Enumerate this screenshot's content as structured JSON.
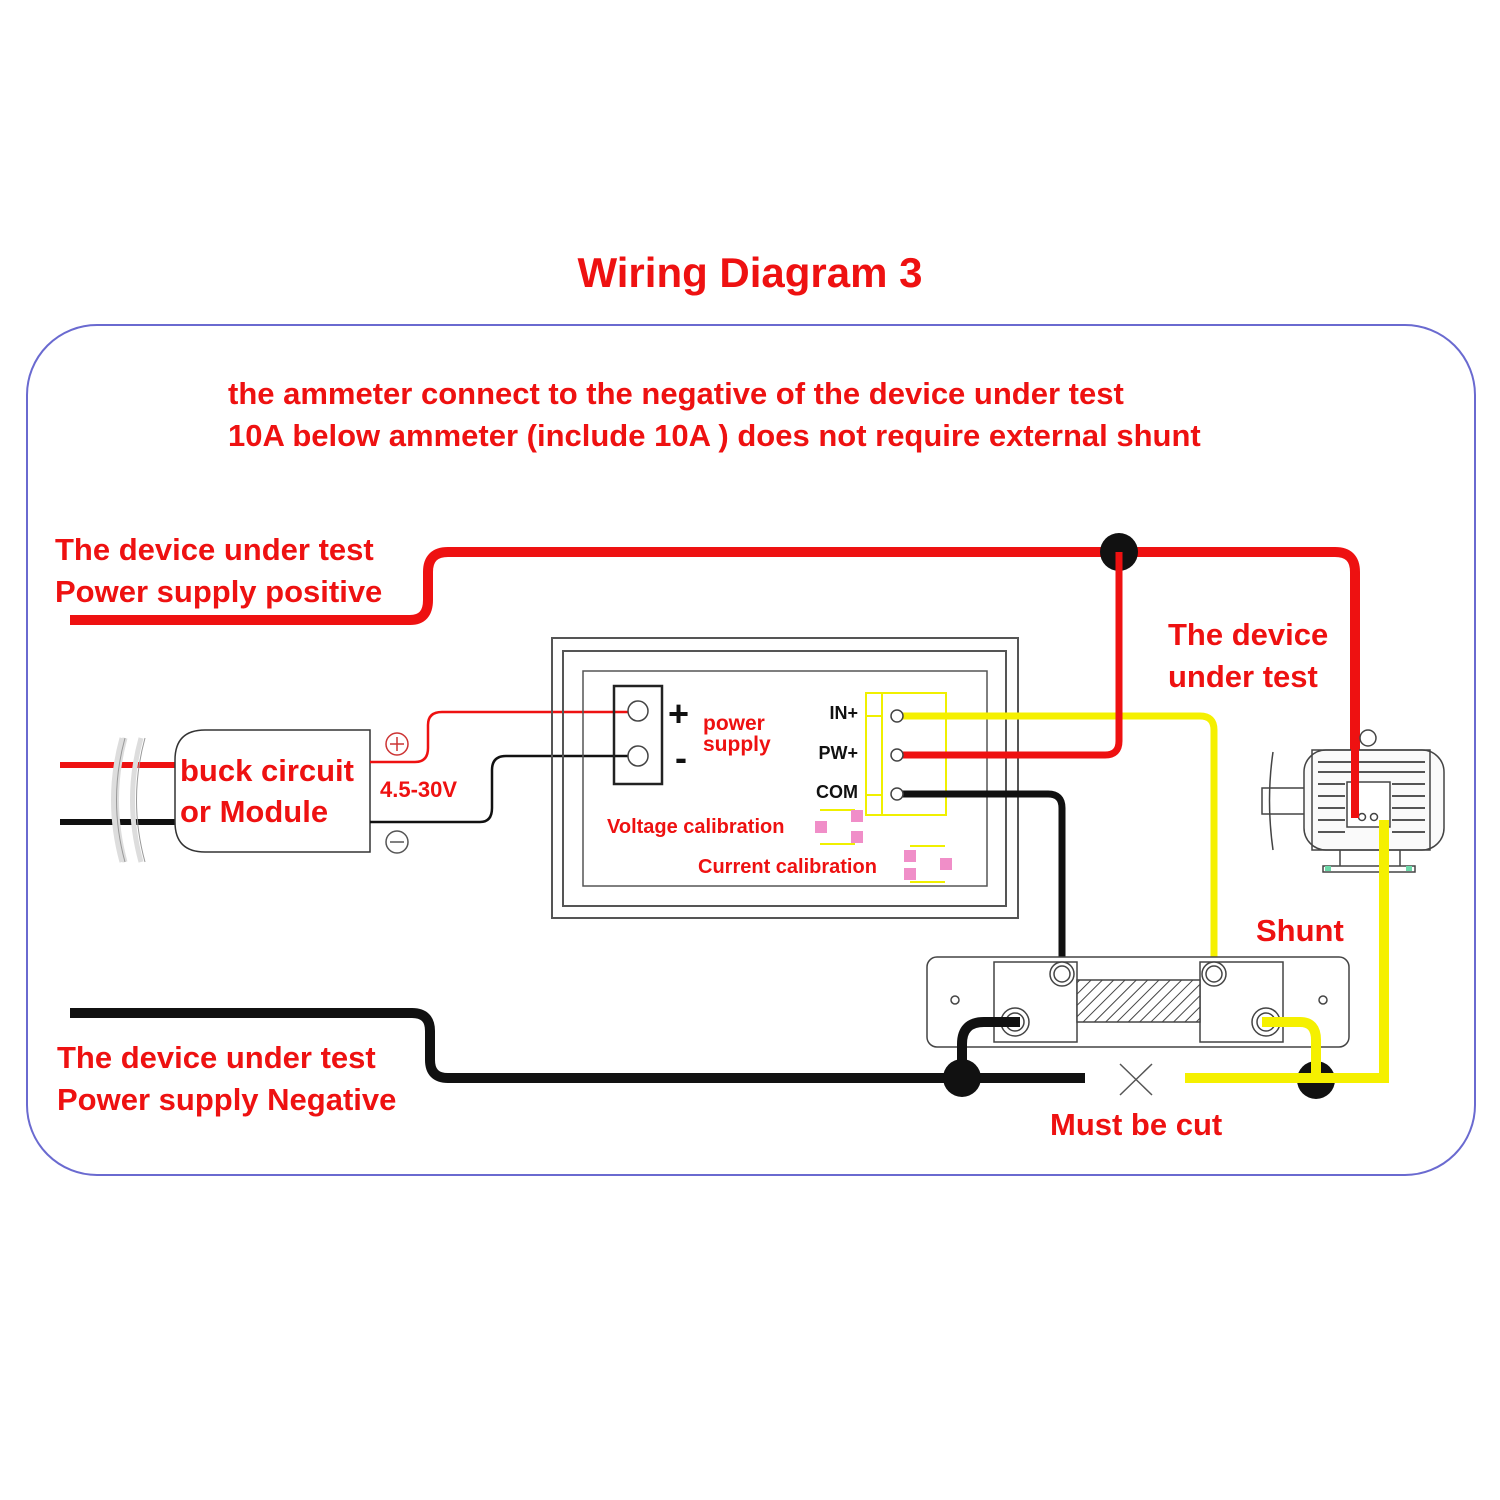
{
  "title": "Wiring Diagram 3",
  "notes": [
    "the ammeter connect to the negative of the device under test",
    "10A below ammeter (include 10A ) does not require external shunt"
  ],
  "labels": {
    "positive_line": [
      "The device under test",
      "Power supply positive"
    ],
    "negative_line": [
      "The device under test",
      "Power supply Negative"
    ],
    "dut": [
      "The device",
      "under test"
    ],
    "buck": [
      "buck circuit",
      "or Module"
    ],
    "voltage_range": "4.5-30V",
    "power_supply": [
      "power",
      "supply"
    ],
    "plus": "+",
    "minus": "-",
    "terminals": [
      "IN+",
      "PW+",
      "COM"
    ],
    "voltage_cal": "Voltage calibration",
    "current_cal": "Current calibration",
    "shunt": "Shunt",
    "cut": "Must be cut"
  },
  "colors": {
    "red_wire": "#ee1111",
    "black_wire": "#111111",
    "yellow_wire": "#f5f000",
    "frame": "#6a6ad0",
    "pad": "#f08ec8"
  }
}
